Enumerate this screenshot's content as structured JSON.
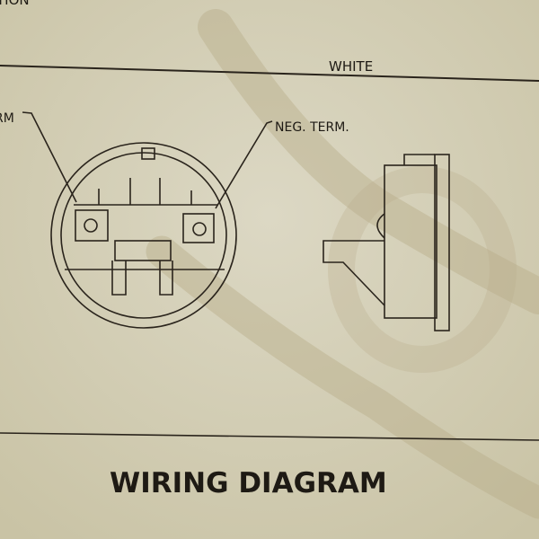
{
  "labels": {
    "top_left_partial": "TION",
    "left_partial": "RM",
    "wire": "WHITE",
    "neg_terminal": "NEG. TERM.",
    "title": "WIRING DIAGRAM"
  },
  "colors": {
    "paper": "#d9d4bd",
    "ink": "#2a241c",
    "stain": "#b8ad8a"
  }
}
